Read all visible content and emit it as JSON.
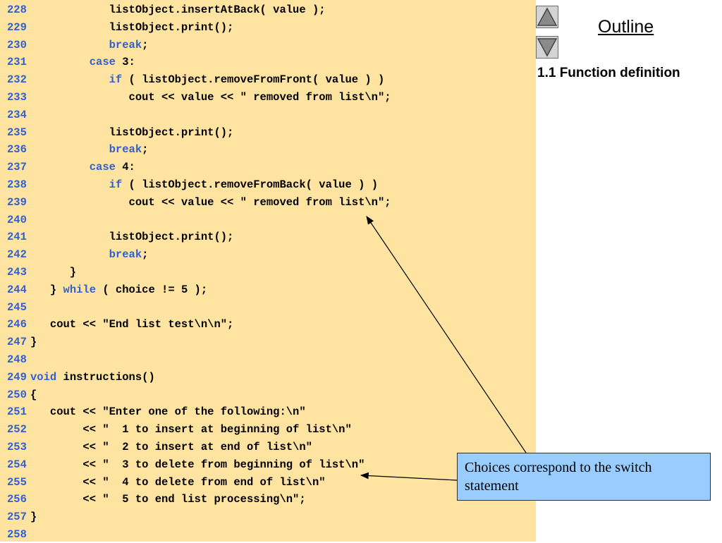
{
  "code": [
    {
      "n": "228",
      "parts": [
        {
          "t": "            listObject.insertAtBack( value );"
        }
      ]
    },
    {
      "n": "229",
      "parts": [
        {
          "t": "            listObject.print();"
        }
      ]
    },
    {
      "n": "230",
      "parts": [
        {
          "t": "            "
        },
        {
          "t": "break",
          "kw": true
        },
        {
          "t": ";"
        }
      ]
    },
    {
      "n": "231",
      "parts": [
        {
          "t": "         "
        },
        {
          "t": "case",
          "kw": true
        },
        {
          "t": " 3:"
        }
      ]
    },
    {
      "n": "232",
      "parts": [
        {
          "t": "            "
        },
        {
          "t": "if",
          "kw": true
        },
        {
          "t": " ( listObject.removeFromFront( value ) )"
        }
      ]
    },
    {
      "n": "233",
      "parts": [
        {
          "t": "               cout << value << \" removed from list\\n\";"
        }
      ]
    },
    {
      "n": "234",
      "parts": []
    },
    {
      "n": "235",
      "parts": [
        {
          "t": "            listObject.print();"
        }
      ]
    },
    {
      "n": "236",
      "parts": [
        {
          "t": "            "
        },
        {
          "t": "break",
          "kw": true
        },
        {
          "t": ";"
        }
      ]
    },
    {
      "n": "237",
      "parts": [
        {
          "t": "         "
        },
        {
          "t": "case",
          "kw": true
        },
        {
          "t": " 4:"
        }
      ]
    },
    {
      "n": "238",
      "parts": [
        {
          "t": "            "
        },
        {
          "t": "if",
          "kw": true
        },
        {
          "t": " ( listObject.removeFromBack( value ) )"
        }
      ]
    },
    {
      "n": "239",
      "parts": [
        {
          "t": "               cout << value << \" removed from list\\n\";"
        }
      ]
    },
    {
      "n": "240",
      "parts": []
    },
    {
      "n": "241",
      "parts": [
        {
          "t": "            listObject.print();"
        }
      ]
    },
    {
      "n": "242",
      "parts": [
        {
          "t": "            "
        },
        {
          "t": "break",
          "kw": true
        },
        {
          "t": ";"
        }
      ]
    },
    {
      "n": "243",
      "parts": [
        {
          "t": "      }"
        }
      ]
    },
    {
      "n": "244",
      "parts": [
        {
          "t": "   } "
        },
        {
          "t": "while",
          "kw": true
        },
        {
          "t": " ( choice != 5 );"
        }
      ]
    },
    {
      "n": "245",
      "parts": []
    },
    {
      "n": "246",
      "parts": [
        {
          "t": "   cout << \"End list test\\n\\n\";"
        }
      ]
    },
    {
      "n": "247",
      "parts": [
        {
          "t": "}"
        }
      ]
    },
    {
      "n": "248",
      "parts": []
    },
    {
      "n": "249",
      "parts": [
        {
          "t": "void",
          "kw": true
        },
        {
          "t": " instructions()"
        }
      ]
    },
    {
      "n": "250",
      "parts": [
        {
          "t": "{"
        }
      ]
    },
    {
      "n": "251",
      "parts": [
        {
          "t": "   cout << \"Enter one of the following:\\n\""
        }
      ]
    },
    {
      "n": "252",
      "parts": [
        {
          "t": "        << \"  1 to insert at beginning of list\\n\""
        }
      ]
    },
    {
      "n": "253",
      "parts": [
        {
          "t": "        << \"  2 to insert at end of list\\n\""
        }
      ]
    },
    {
      "n": "254",
      "parts": [
        {
          "t": "        << \"  3 to delete from beginning of list\\n\""
        }
      ]
    },
    {
      "n": "255",
      "parts": [
        {
          "t": "        << \"  4 to delete from end of list\\n\""
        }
      ]
    },
    {
      "n": "256",
      "parts": [
        {
          "t": "        << \"  5 to end list processing\\n\";"
        }
      ]
    },
    {
      "n": "257",
      "parts": [
        {
          "t": "}"
        }
      ]
    },
    {
      "n": "258",
      "parts": []
    }
  ],
  "sidebar": {
    "title": "Outline",
    "section": "1.1 Function definition",
    "up_icon": "triangle-up-icon",
    "down_icon": "triangle-down-icon"
  },
  "callout": {
    "text": "Choices correspond to the switch statement"
  },
  "colors": {
    "code_background": "#ffe3a0",
    "line_number": "#2f5fd0",
    "keyword": "#2f5fd0",
    "callout_background": "#99ccff"
  }
}
